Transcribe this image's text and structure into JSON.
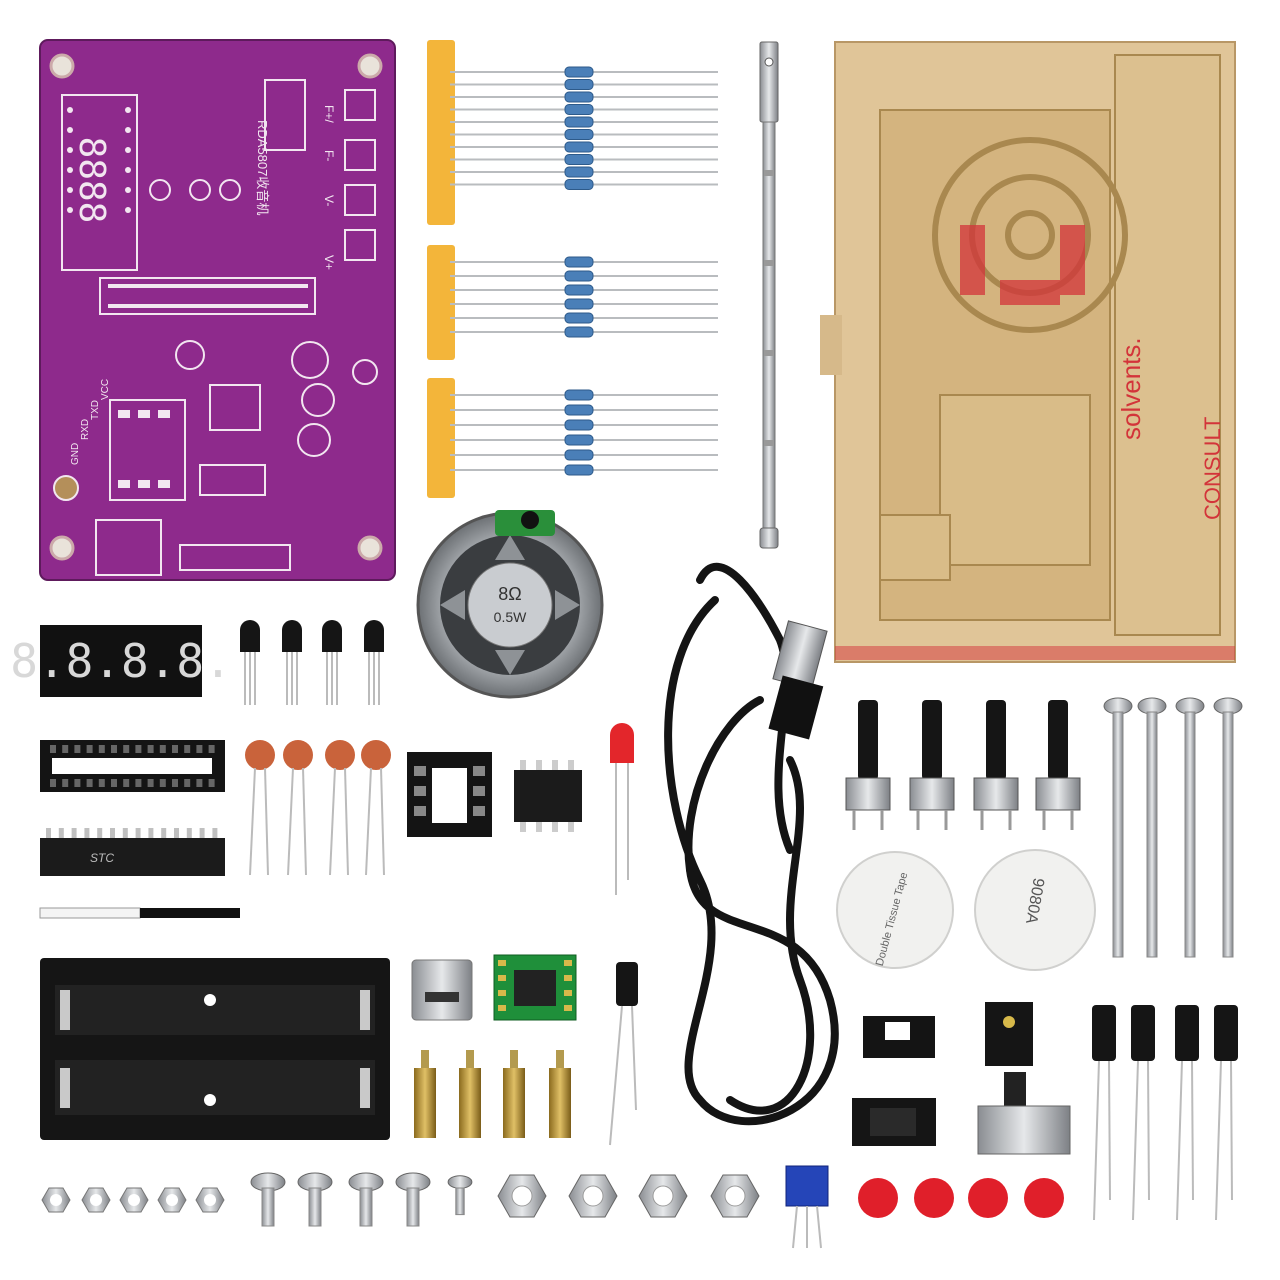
{
  "pcb": {
    "chip_label": "RDA5807收音机",
    "buttons": [
      "V+",
      "V-",
      "F-",
      "F+/"
    ],
    "pins": [
      "GND",
      "RXD",
      "TXD",
      "VCC"
    ]
  },
  "display": {
    "digits": "8.8.8.8."
  },
  "speaker": {
    "label_top": "8Ω",
    "label_bottom": "0.5W"
  },
  "case": {
    "film_text_1": "solvents.",
    "film_text_2": "CONSULT"
  },
  "ic": {
    "mcu_label": "STC"
  },
  "tape": {
    "label_1": "9080A",
    "label_2": "Double Tissue Tape"
  },
  "colors": {
    "pcb": "#8e2a8c",
    "acrylic": "#d6b98a",
    "tape": "#f3b53a",
    "resistor": "#4a7fb8",
    "cap": "#c9633b",
    "red_cap": "#e01f2a",
    "module": "#1f8f3a"
  },
  "icons": [
    "pcb-board",
    "resistor",
    "antenna",
    "acrylic-case",
    "speaker",
    "usb-cable",
    "led-display",
    "transistor",
    "ceramic-capacitor",
    "ic-socket",
    "led",
    "electrolytic-capacitor",
    "battery-holder",
    "usb-port",
    "radio-module",
    "standoff",
    "nut",
    "screw",
    "potentiometer",
    "button-cap",
    "tact-switch",
    "slide-switch",
    "double-sided-tape"
  ]
}
